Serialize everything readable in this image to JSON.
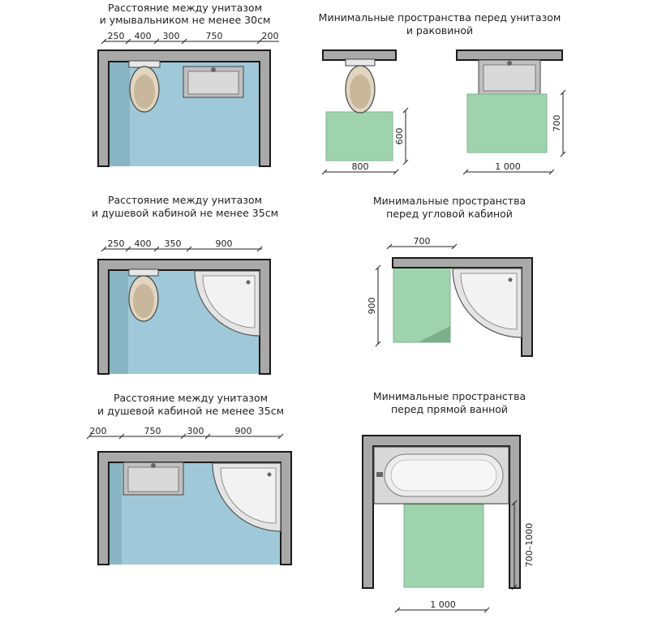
{
  "panels": {
    "p1": {
      "title_1": "Расстояние между унитазом",
      "title_2": "и умывальником не менее 30см",
      "dims": [
        "250",
        "400",
        "300",
        "750",
        "200"
      ]
    },
    "p2": {
      "title_1": "Минимальные пространства перед унитазом",
      "title_2": "и раковиной",
      "toilet_w": "800",
      "toilet_d": "600",
      "sink_w": "1 000",
      "sink_d": "700"
    },
    "p3": {
      "title_1": "Расстояние между унитазом",
      "title_2": "и душевой кабиной не менее 35см",
      "dims": [
        "250",
        "400",
        "350",
        "900"
      ]
    },
    "p4": {
      "title_1": "Минимальные пространства",
      "title_2": "перед угловой кабиной",
      "w": "700",
      "d": "900"
    },
    "p5": {
      "title_1": "Расстояние между унитазом",
      "title_2": "и душевой кабиной не менее 35см",
      "dims": [
        "200",
        "750",
        "300",
        "900"
      ]
    },
    "p6": {
      "title_1": "Минимальные пространства",
      "title_2": "перед прямой ванной",
      "w": "1 000",
      "d": "700–1000"
    }
  },
  "colors": {
    "floor": "#9fc9d8",
    "floor_shadow": "#7aa6b6",
    "wall_fill": "#a9a9a9",
    "wall_stroke": "#1a1a1a",
    "clearance": "#9fd3ae",
    "fixture": "#e8e8e8"
  }
}
